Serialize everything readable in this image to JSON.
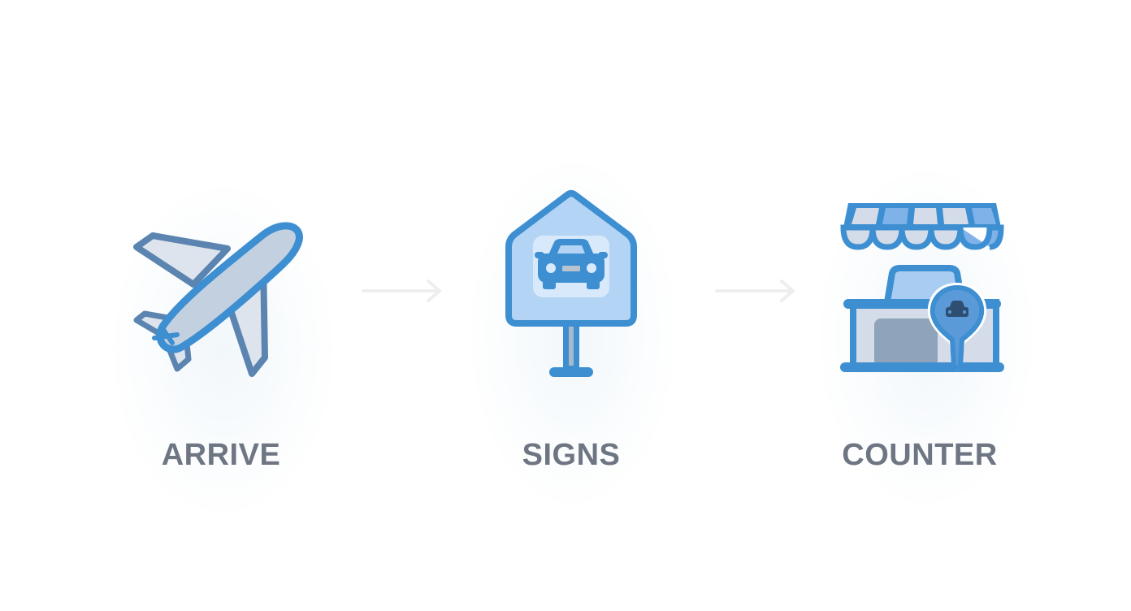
{
  "steps": [
    {
      "label": "ARRIVE",
      "icon": "airplane-icon"
    },
    {
      "label": "SIGNS",
      "icon": "car-rental-sign-icon"
    },
    {
      "label": "COUNTER",
      "icon": "rental-counter-store-icon"
    }
  ],
  "connectors": [
    {
      "icon": "arrow-right-icon"
    },
    {
      "icon": "arrow-right-icon"
    }
  ],
  "colors": {
    "outline": "#3d8fd1",
    "outline_dark": "#5b84b0",
    "fill_light_blue": "#b3d4f4",
    "fill_grey": "#c9d3e0",
    "label": "#6f7683",
    "arrow": "#eeeeee"
  }
}
